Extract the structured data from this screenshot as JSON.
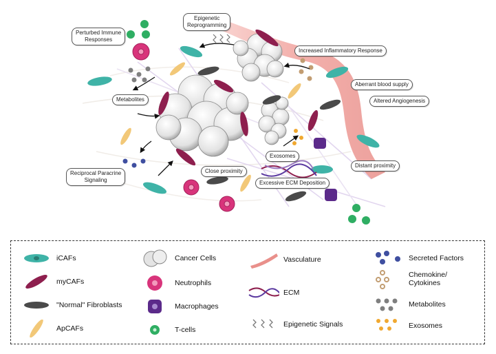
{
  "callouts": {
    "epigenetic": "Epigenetic\nReprogramming",
    "perturbed": "Perturbed Immune\nResponses",
    "inflammatory": "Increased Inflammatory Response",
    "blood_supply": "Aberrant blood supply",
    "angiogenesis": "Altered Angiogenesis",
    "metabolites": "Metabolites",
    "exosomes": "Exosomes",
    "close": "Close proximity",
    "paracrine": "Reciprocal Paracrine\nSignaling",
    "distant": "Distant proximity",
    "ecm": "Excessive ECM Deposition"
  },
  "legend": {
    "icafs": "iCAFs",
    "mycafs": "myCAFs",
    "normal": "\"Normal\" Fibroblasts",
    "apcafs": "ApCAFs",
    "cancer": "Cancer Cells",
    "neutrophils": "Neutrophils",
    "macrophages": "Macrophages",
    "tcells": "T-cells",
    "vasculature": "Vasculature",
    "ecm": "ECM",
    "epigenetic": "Epigenetic Signals",
    "secreted": "Secreted Factors",
    "chemokine": "Chemokine/\nCytokines",
    "metabolites": "Metabolites",
    "exosomes": "Exosomes"
  },
  "colors": {
    "icaf": "#3fb3a7",
    "mycaf": "#8e1f4e",
    "normal": "#4a4a4a",
    "apcaf": "#f2c878",
    "neutrophil": "#d8347b",
    "macrophage": "#5b2a8a",
    "tcell": "#2fae63",
    "vasculature": "#f1a7a2",
    "ecm": "#9b7ac0",
    "secreted": "#3f4fa0",
    "chemokine": "#c29d72",
    "metabolite": "#7f7f7f",
    "exosome": "#f0a830"
  }
}
